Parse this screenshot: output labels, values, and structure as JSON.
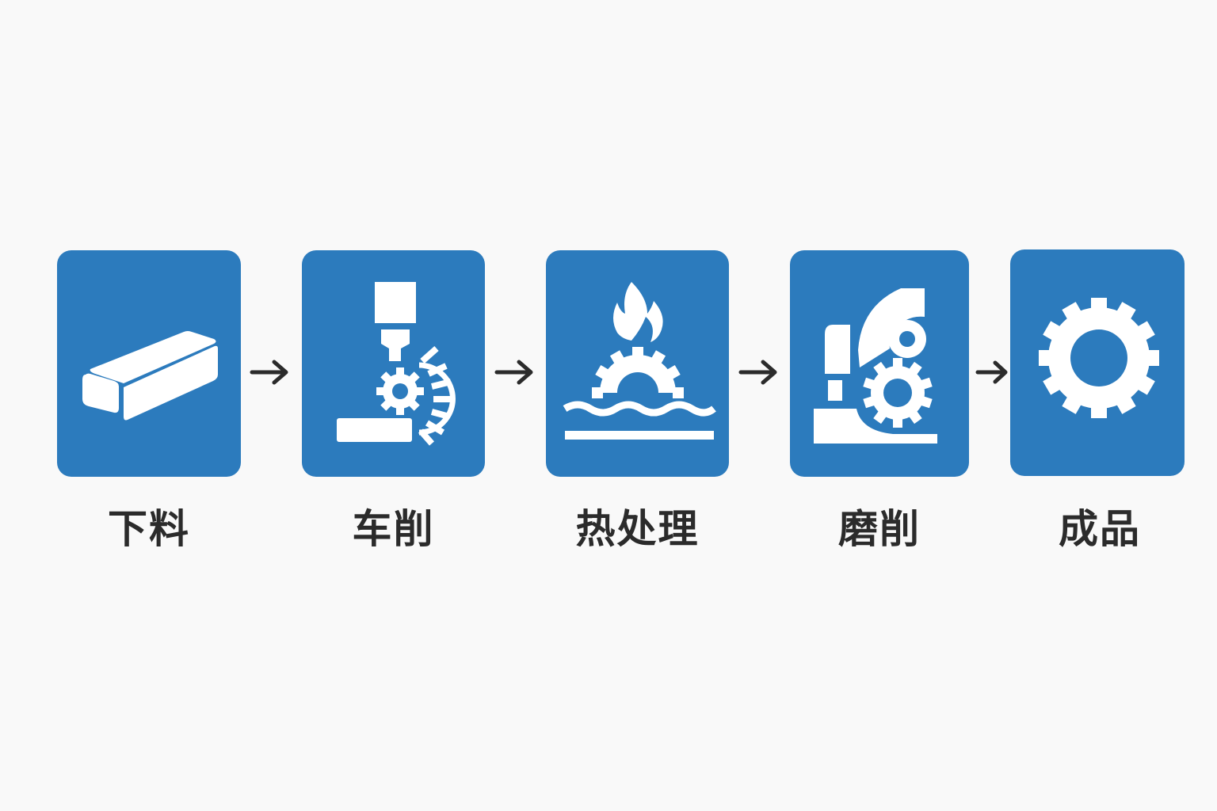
{
  "diagram": {
    "type": "process-flow",
    "direction": "left-to-right",
    "accent_color": "#2c7bbd",
    "icon_color": "#ffffff",
    "text_color": "#2b2b2b",
    "steps": [
      {
        "label": "下料",
        "icon": "metal-bar-icon"
      },
      {
        "label": "车削",
        "icon": "lathe-turning-icon"
      },
      {
        "label": "热处理",
        "icon": "heat-treatment-icon"
      },
      {
        "label": "磨削",
        "icon": "grinding-machine-icon"
      },
      {
        "label": "成品",
        "icon": "gear-icon"
      }
    ],
    "connector": "arrow-right-icon"
  }
}
